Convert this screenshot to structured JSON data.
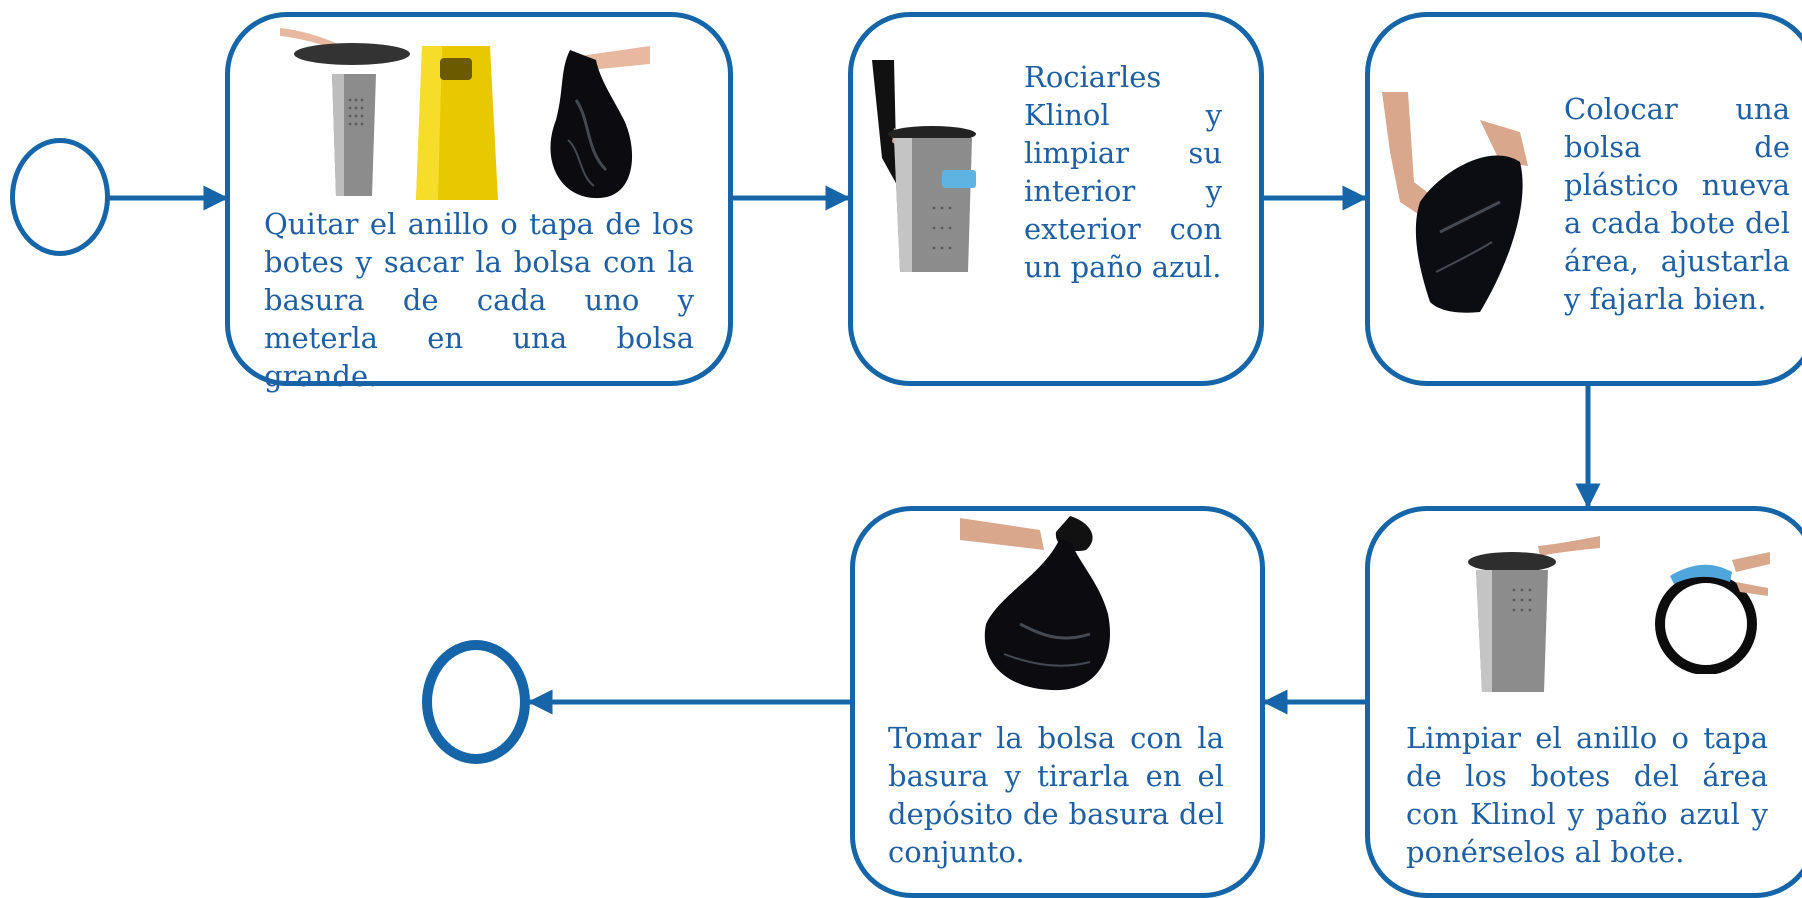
{
  "diagram": {
    "accent_color": "#1565a8",
    "text_color": "#1f5fa3",
    "steps": [
      {
        "text": "Quitar el anillo o tapa de los botes y sacar la bolsa con la basura de cada uno y meterla en una bolsa  grande.",
        "images": [
          "trash-can-lid-icon",
          "yellow-bin-icon",
          "black-bag-icon"
        ]
      },
      {
        "text": "Rociarles Klinol y limpiar su interior y exterior con un paño azul.",
        "images": [
          "cleaning-can-icon"
        ]
      },
      {
        "text": "Colocar una bolsa de plástico nueva a cada bote del área, ajustarla y fajarla bien.",
        "images": [
          "new-bag-icon"
        ]
      },
      {
        "text": "Limpiar el anillo o tapa de los botes del área con Klinol y paño azul y ponérselos al bote.",
        "images": [
          "trash-can-lid-icon",
          "ring-cleaning-icon"
        ]
      },
      {
        "text": "Tomar la bolsa con la basura y tirarla en el depósito de basura del conjunto.",
        "images": [
          "black-bag-icon"
        ]
      }
    ]
  }
}
